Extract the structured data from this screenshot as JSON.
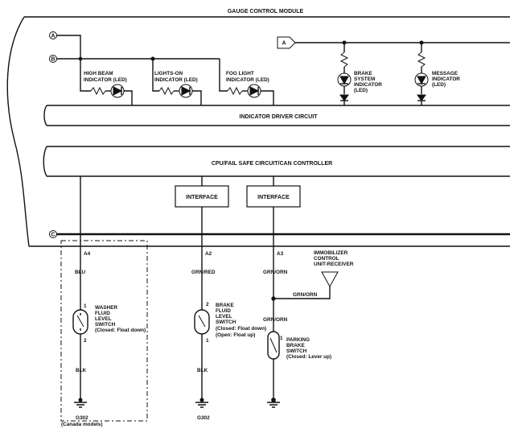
{
  "module": {
    "title": "GAUGE CONTROL MODULE",
    "indicator_driver": "INDICATOR DRIVER CIRCUIT",
    "cpu": "CPU/FAIL SAFE CIRCUIT/CAN CONTROLLER",
    "interface1": "INTERFACE",
    "interface2": "INTERFACE"
  },
  "nodes": {
    "a": "A",
    "b": "B",
    "c": "C",
    "a_flag": "A"
  },
  "leds": {
    "high_beam": [
      "HIGH BEAM",
      "INDICATOR (LED)"
    ],
    "lights_on": [
      "LIGHTS-ON",
      "INDICATOR (LED)"
    ],
    "fog": [
      "FOG LIGHT",
      "INDICATOR (LED)"
    ],
    "brake_system": [
      "BRAKE",
      "SYSTEM",
      "INDICATOR",
      "(LED)"
    ],
    "message": [
      "MESSAGE",
      "INDICATOR",
      "(LED)"
    ]
  },
  "pins": {
    "a4": "A4",
    "a2": "A2",
    "a3": "A3"
  },
  "wires": {
    "blu": "BLU",
    "grn_red": "GRN/RED",
    "grn_orn_1": "GRN/ORN",
    "grn_orn_2": "GRN/ORN",
    "grn_orn_3": "GRN/ORN",
    "blk_1": "BLK",
    "blk_2": "BLK"
  },
  "immobilizer": [
    "IMMOBILIZER",
    "CONTROL",
    "UNIT-RECEIVER"
  ],
  "switches": {
    "washer": {
      "lines": [
        "WASHER",
        "FLUID",
        "LEVEL",
        "SWITCH",
        "(Closed: Float down)"
      ],
      "pin_top": "1",
      "pin_bottom": "2"
    },
    "brake_fluid": {
      "lines": [
        "BRAKE",
        "FLUID",
        "LEVEL",
        "SWITCH",
        "(Closed: Float down)",
        "(Open: Float up)"
      ],
      "pin_top": "2",
      "pin_bottom": "1"
    },
    "parking": {
      "lines": [
        "PARKING",
        "BRAKE",
        "SWITCH",
        "(Closed: Lever up)"
      ],
      "pin_top": "1"
    }
  },
  "grounds": {
    "g302_1": "G302",
    "g302_2": "G302",
    "canada": "(Canada models)"
  }
}
